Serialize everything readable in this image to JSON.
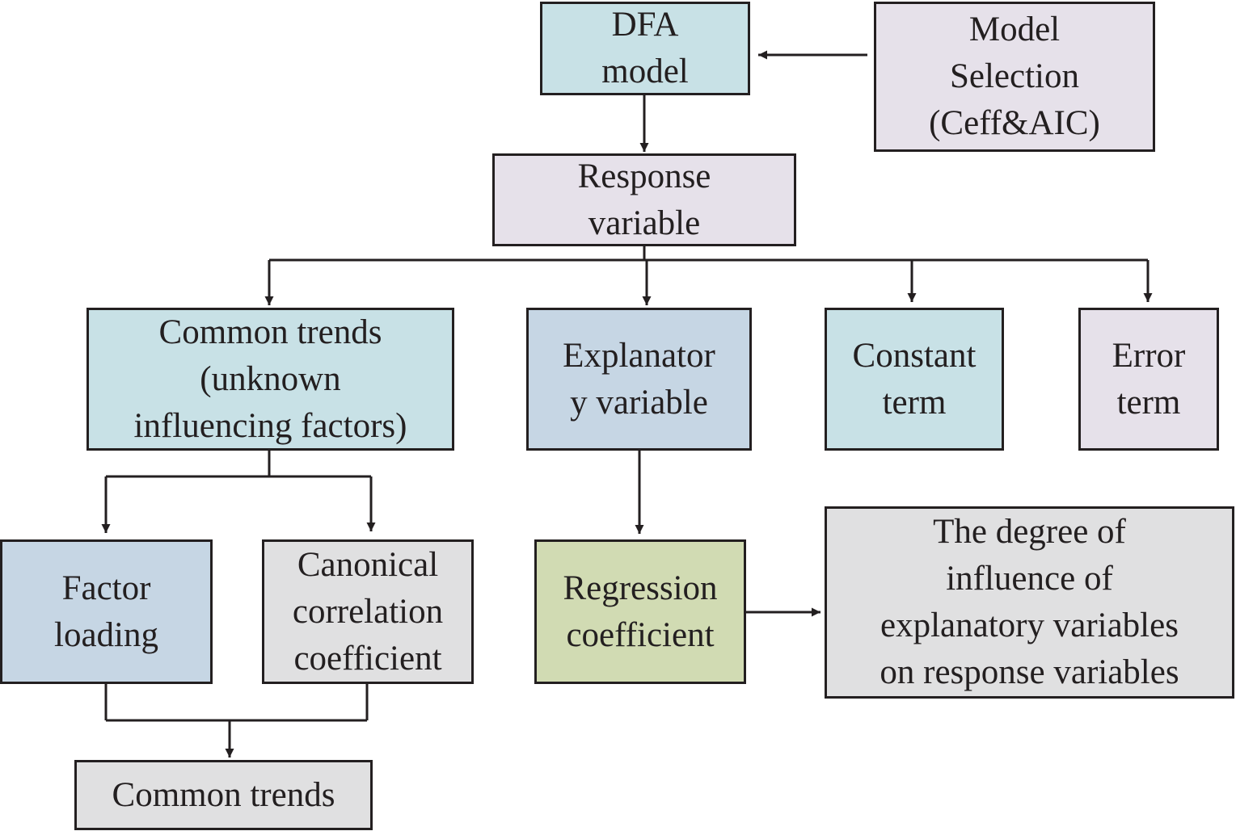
{
  "colors": {
    "teal": "#c8e1e6",
    "lavender": "#e6e1ea",
    "steel_blue": "#c6d6e4",
    "gray": "#e0e0e1",
    "olive_green": "#d1dbb3",
    "line": "#231f20"
  },
  "nodes": {
    "dfa_model": {
      "label": "DFA\nmodel"
    },
    "model_selection": {
      "label": "Model\nSelection\n(Ceff&AIC)"
    },
    "response_variable": {
      "label": "Response\nvariable"
    },
    "common_trends_unknown": {
      "label": "Common trends\n(unknown\ninfluencing factors)"
    },
    "explanatory_variable": {
      "label": "Explanator\ny variable"
    },
    "constant_term": {
      "label": "Constant\nterm"
    },
    "error_term": {
      "label": "Error\nterm"
    },
    "factor_loading": {
      "label": "Factor\nloading"
    },
    "canonical_correlation": {
      "label": "Canonical\ncorrelation\ncoefficient"
    },
    "regression_coefficient": {
      "label": "Regression\ncoefficient"
    },
    "degree_of_influence": {
      "label": "The degree of\ninfluence of\nexplanatory variables\non response variables"
    },
    "common_trends_result": {
      "label": "Common trends"
    }
  },
  "edges": [
    {
      "from": "model_selection",
      "to": "dfa_model"
    },
    {
      "from": "dfa_model",
      "to": "response_variable"
    },
    {
      "from": "response_variable",
      "to": "common_trends_unknown"
    },
    {
      "from": "response_variable",
      "to": "explanatory_variable"
    },
    {
      "from": "response_variable",
      "to": "constant_term"
    },
    {
      "from": "response_variable",
      "to": "error_term"
    },
    {
      "from": "common_trends_unknown",
      "to": "factor_loading"
    },
    {
      "from": "common_trends_unknown",
      "to": "canonical_correlation"
    },
    {
      "from": "explanatory_variable",
      "to": "regression_coefficient"
    },
    {
      "from": "regression_coefficient",
      "to": "degree_of_influence"
    },
    {
      "from": "factor_loading",
      "to": "common_trends_result"
    },
    {
      "from": "canonical_correlation",
      "to": "common_trends_result"
    }
  ]
}
